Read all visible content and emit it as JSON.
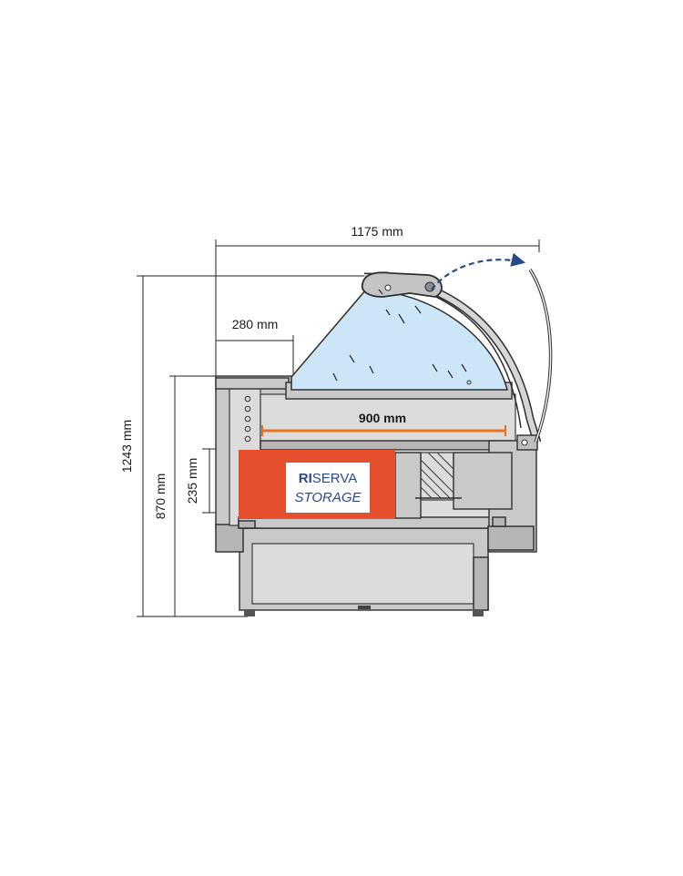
{
  "dimensions": {
    "total_width": "1175 mm",
    "total_height": "1243 mm",
    "counter_height": "870 mm",
    "top_shelf_depth": "280 mm",
    "display_depth": "900 mm",
    "storage_height": "235 mm"
  },
  "storage_label": {
    "line1_prefix": "RI",
    "line1_rest": "SERVA",
    "line2": "STORAGE"
  },
  "colors": {
    "storage_fill": "#e4502e",
    "depth_arrow": "#e8731f",
    "opening_arrow": "#284a8c",
    "glass": "#cde6f7",
    "label_text": "#284a8c"
  }
}
